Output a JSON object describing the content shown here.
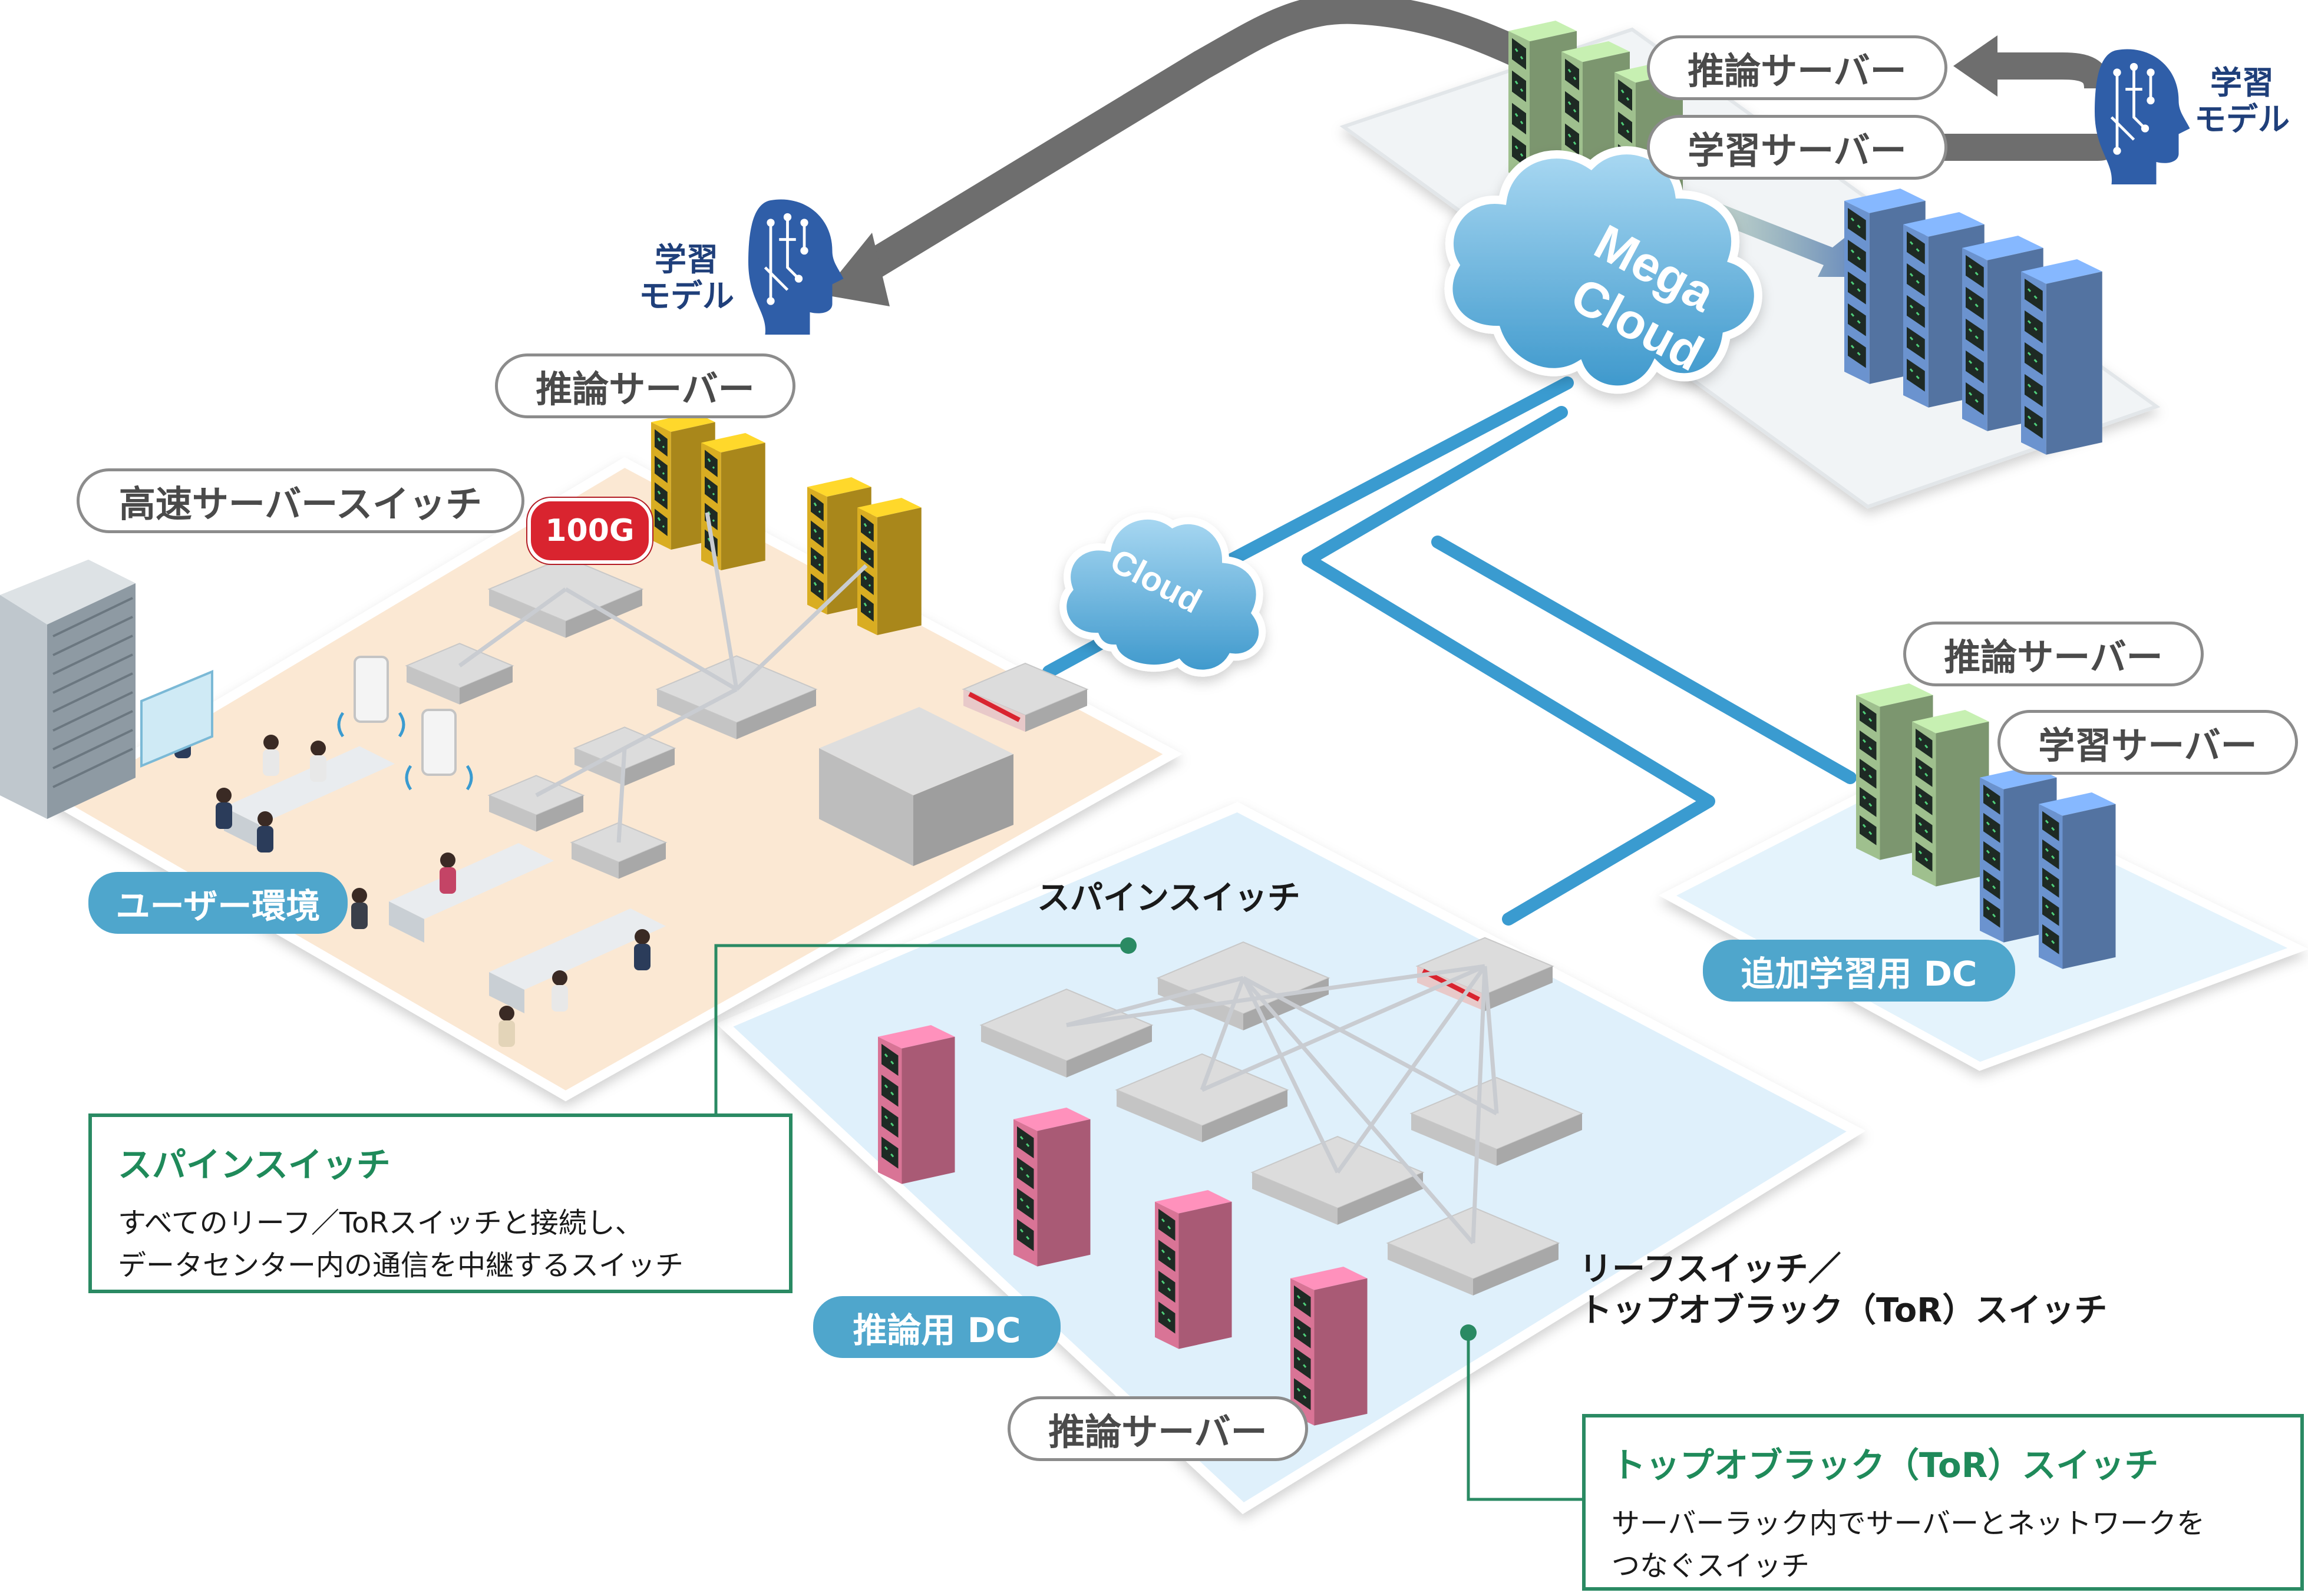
{
  "labels": {
    "inference_server_top": "推論サーバー",
    "training_server_top": "学習サーバー",
    "model_top_right_line1": "学習",
    "model_top_right_line2": "モデル",
    "model_left_line1": "学習",
    "model_left_line2": "モデル",
    "mega_cloud_line1": "Mega",
    "mega_cloud_line2": "Cloud",
    "cloud_small": "Cloud",
    "inference_server_left": "推論サーバー",
    "high_speed_switch": "高速サーバースイッチ",
    "badge_100g": "100G",
    "user_env": "ユーザー環境",
    "inference_server_right": "推論サーバー",
    "training_server_right": "学習サーバー",
    "additional_training_dc": "追加学習用 DC",
    "spine_switch_label": "スパインスイッチ",
    "leaf_switch_line1": "リーフスイッチ／",
    "leaf_switch_line2": "トップオブラック（ToR）スイッチ",
    "inference_dc": "推論用 DC",
    "inference_server_bottom": "推論サーバー"
  },
  "callouts": {
    "spine": {
      "title": "スパインスイッチ",
      "line1": "すべてのリーフ／ToRスイッチと接続し、",
      "line2": "データセンター内の通信を中継するスイッチ"
    },
    "tor": {
      "title": "トップオブラック（ToR）スイッチ",
      "line1": "サーバーラック内でサーバーとネットワークを",
      "line2": "つなぐスイッチ"
    }
  },
  "colors": {
    "link_blue": "#3a9bd0",
    "arrow_gray": "#6e6e6e",
    "user_floor": "#fbe8d3",
    "dc_floor": "#dff0fb",
    "server_yellow": "#d9ad22",
    "server_green": "#9fc08e",
    "server_blue": "#6b93cf",
    "server_pink": "#d97496",
    "callout_green": "#2a8a63",
    "badge_red": "#d9242f"
  }
}
